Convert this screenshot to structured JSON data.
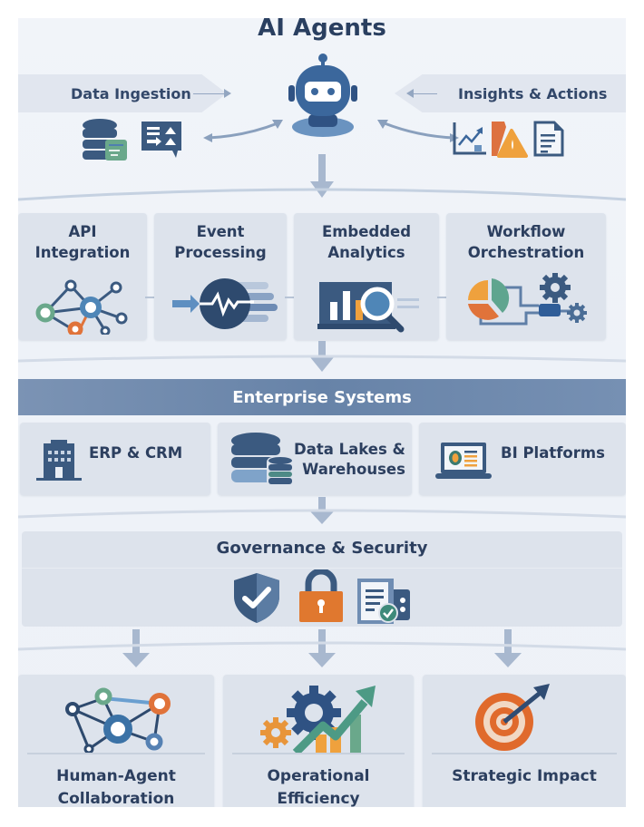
{
  "title": "AI Agents",
  "top": {
    "left_banner": "Data Ingestion",
    "right_banner": "Insights & Actions",
    "left_icons": [
      "database-icon",
      "form-icon",
      "message-icon"
    ],
    "center_icon": "robot-icon",
    "right_icons": [
      "line-chart-icon",
      "alert-icon",
      "document-icon"
    ]
  },
  "capabilities": [
    {
      "label_line1": "API",
      "label_line2": "Integration",
      "icon": "network-icon"
    },
    {
      "label_line1": "Event",
      "label_line2": "Processing",
      "icon": "pulse-icon"
    },
    {
      "label_line1": "Embedded",
      "label_line2": "Analytics",
      "icon": "analytics-icon"
    },
    {
      "label_line1": "Workflow",
      "label_line2": "Orchestration",
      "icon": "workflow-icon"
    }
  ],
  "enterprise": {
    "title": "Enterprise Systems",
    "systems": [
      {
        "label_line1": "ERP & CRM",
        "label_line2": "",
        "icon": "building-icon"
      },
      {
        "label_line1": "Data Lakes &",
        "label_line2": "Warehouses",
        "icon": "database-icon"
      },
      {
        "label_line1": "BI Platforms",
        "label_line2": "",
        "icon": "laptop-dashboard-icon"
      }
    ]
  },
  "governance": {
    "title": "Governance & Security",
    "icons": [
      "shield-check-icon",
      "padlock-icon",
      "compliance-document-icon"
    ]
  },
  "outcomes": [
    {
      "label_line1": "Human-Agent",
      "label_line2": "Collaboration",
      "icon": "collaboration-network-icon"
    },
    {
      "label_line1": "Operational",
      "label_line2": "Efficiency",
      "icon": "gear-growth-icon"
    },
    {
      "label_line1": "Strategic Impact",
      "label_line2": "",
      "icon": "target-icon"
    }
  ],
  "colors": {
    "navy": "#2f4c73",
    "blue": "#3f6fa3",
    "steel": "#6783a8",
    "orange": "#e0733a",
    "amber": "#efa13d",
    "green": "#5fa58f",
    "background": "#eef2f8"
  }
}
